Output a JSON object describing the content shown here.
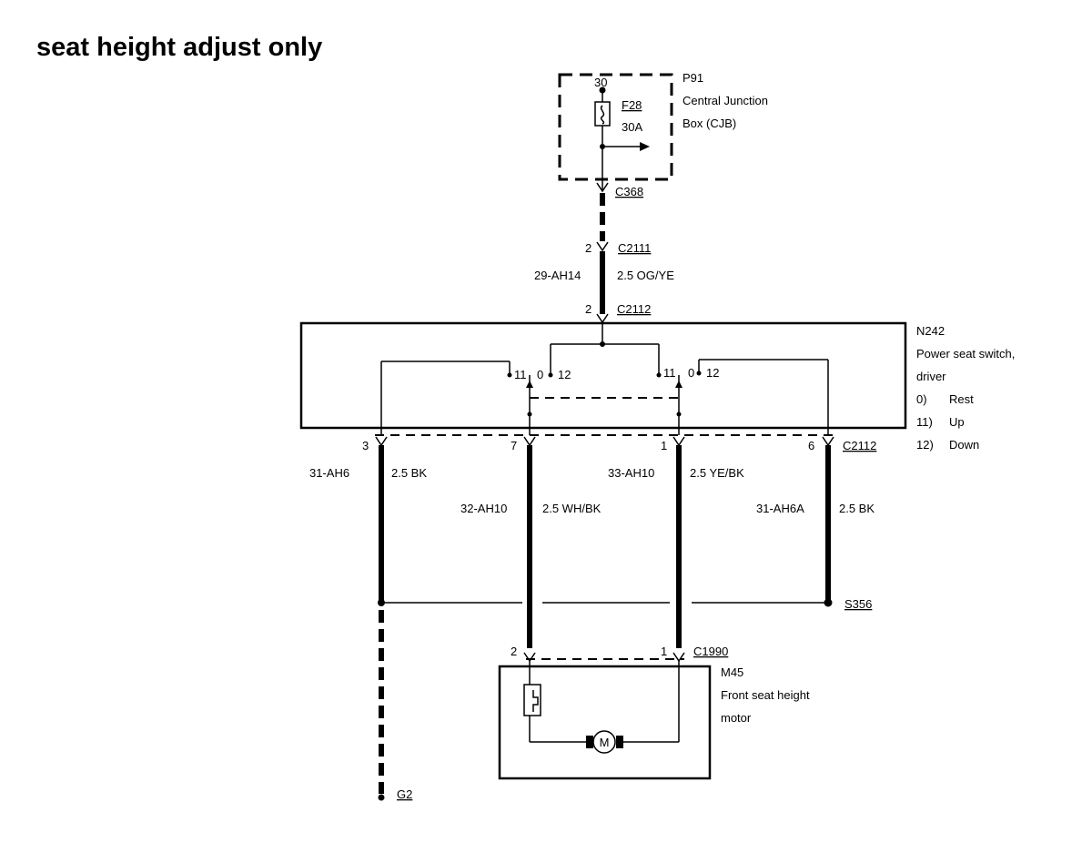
{
  "title": "seat height adjust only",
  "fuse_box": {
    "id": "P91",
    "name_line1": "Central Junction",
    "name_line2": "Box (CJB)",
    "pin": "30",
    "fuse_id": "F28",
    "fuse_rating": "30A"
  },
  "connectors": {
    "c368": "C368",
    "c2111": "C2111",
    "c2111_pin": "2",
    "c2112_top": "C2112",
    "c2112_top_pin": "2",
    "c2112_bottom": "C2112",
    "c1990": "C1990"
  },
  "feed_wire": {
    "circuit": "29-AH14",
    "spec": "2.5 OG/YE"
  },
  "switch": {
    "id": "N242",
    "name_line1": "Power seat switch,",
    "name_line2": "driver",
    "positions": [
      {
        "code": "0)",
        "label": "Rest"
      },
      {
        "code": "11)",
        "label": "Up"
      },
      {
        "code": "12)",
        "label": "Down"
      }
    ],
    "contact_labels": {
      "up": "11",
      "rest": "0",
      "down": "12"
    }
  },
  "wires": [
    {
      "pin": "3",
      "circuit": "31-AH6",
      "spec": "2.5 BK"
    },
    {
      "pin": "7",
      "circuit": "32-AH10",
      "spec": "2.5 WH/BK"
    },
    {
      "pin": "1",
      "circuit": "33-AH10",
      "spec": "2.5 YE/BK"
    },
    {
      "pin": "6",
      "circuit": "31-AH6A",
      "spec": "2.5 BK"
    }
  ],
  "splice": "S356",
  "ground": "G2",
  "motor": {
    "id": "M45",
    "name_line1": "Front seat height",
    "name_line2": "motor",
    "pin_left": "2",
    "pin_right": "1",
    "symbol": "M"
  }
}
